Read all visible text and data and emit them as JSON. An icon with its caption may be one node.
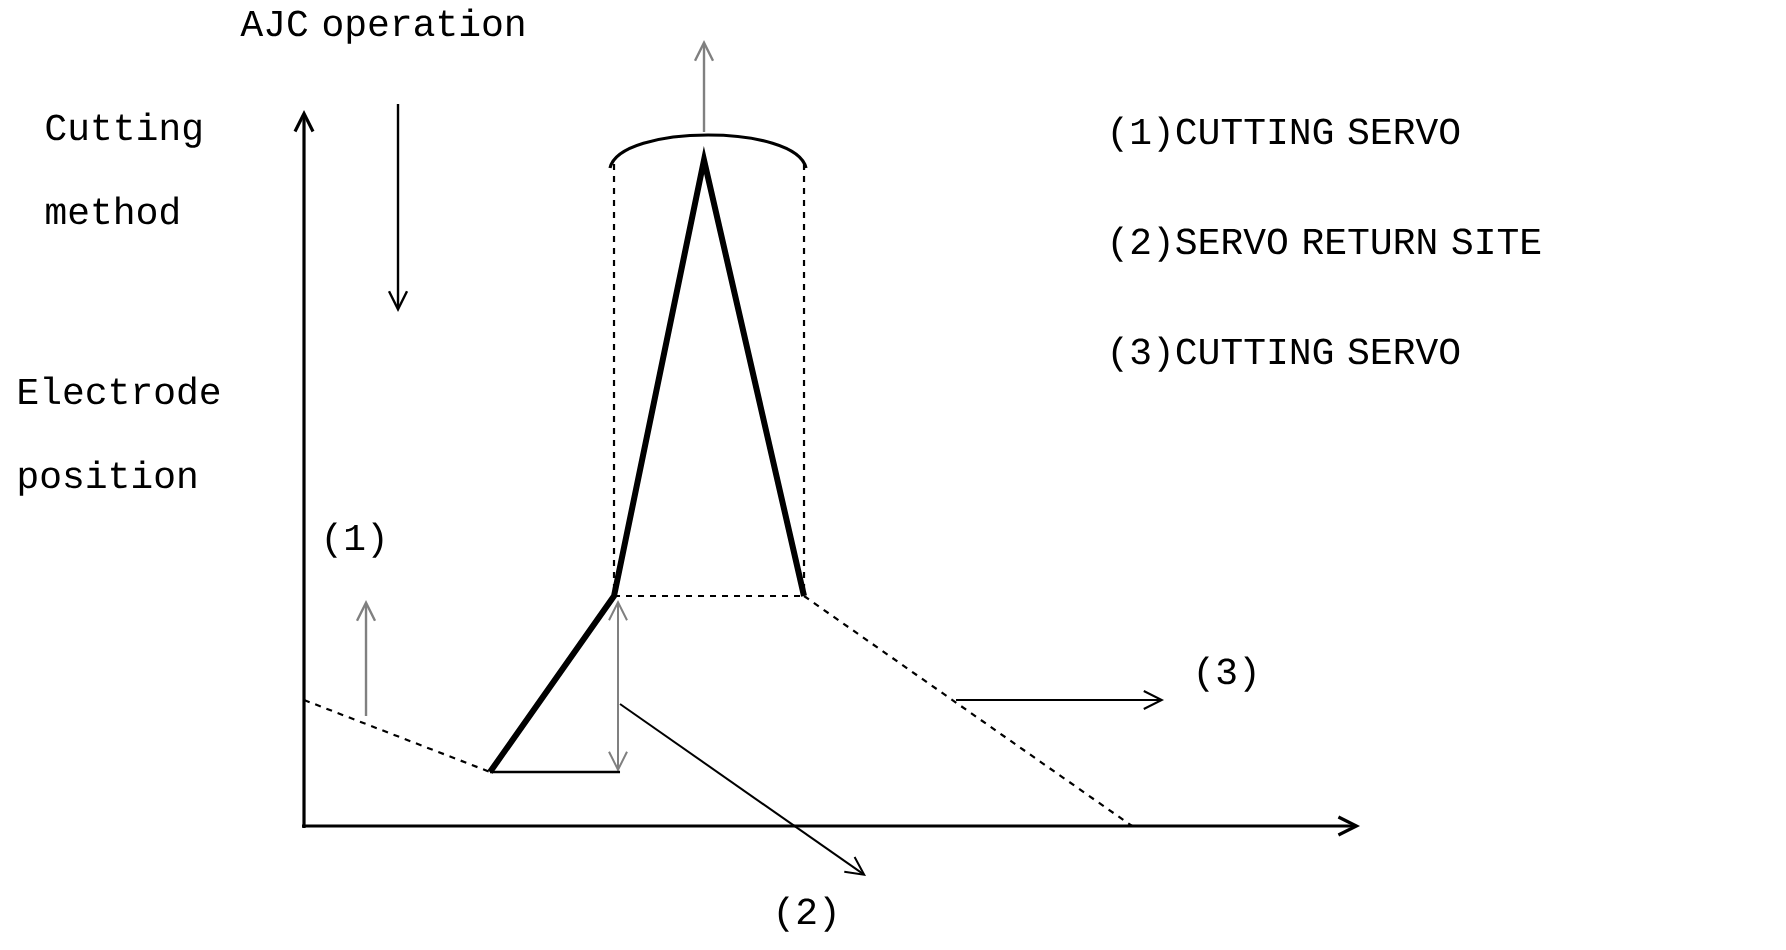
{
  "diagram": {
    "labels": [
      "AJC operation",
      "Cutting method",
      "(1)CUTTING SERVO",
      "(2)SERVO RETURN SITE",
      "(3)CUTTING SERVO",
      "Electrode position",
      "(1)",
      "(3)",
      "(2)"
    ]
  }
}
